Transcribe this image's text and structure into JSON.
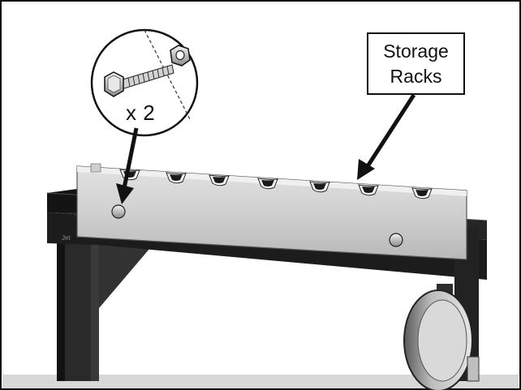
{
  "callout": {
    "line1": "Storage",
    "line2": "Racks"
  },
  "detail": {
    "quantity": "x 2"
  },
  "frame_mark": "Jet"
}
